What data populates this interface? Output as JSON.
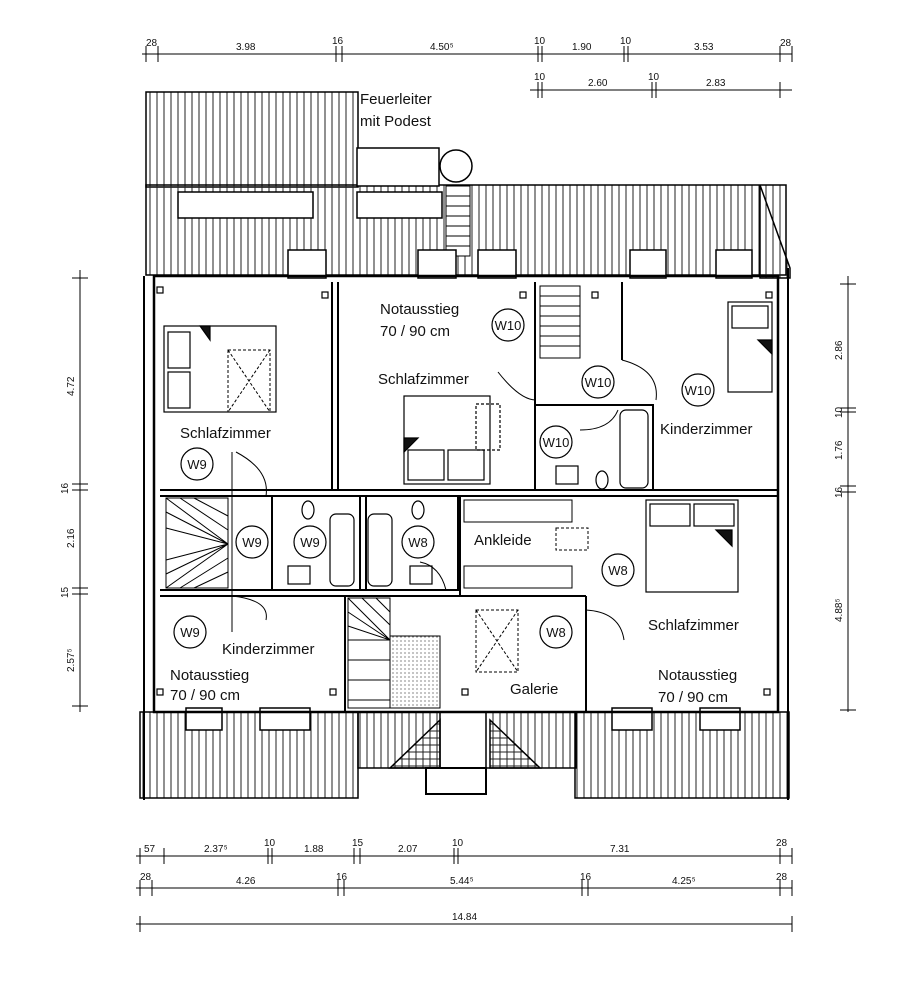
{
  "rooms": {
    "feuerleiter_1": "Feuerleiter",
    "feuerleiter_2": "mit Podest",
    "notausstieg_top": "Notausstieg",
    "notausstieg_top_size": "70 / 90 cm",
    "schlafzimmer_center": "Schlafzimmer",
    "schlafzimmer_left": "Schlafzimmer",
    "kinderzimmer_right": "Kinderzimmer",
    "ankleide": "Ankleide",
    "kinderzimmer_left": "Kinderzimmer",
    "notausstieg_left": "Notausstieg",
    "notausstieg_left_size": "70 / 90 cm",
    "galerie": "Galerie",
    "schlafzimmer_right": "Schlafzimmer",
    "notausstieg_right": "Notausstieg",
    "notausstieg_right_size": "70 / 90 cm"
  },
  "unit_tags": {
    "w10_a": "W10",
    "w10_b": "W10",
    "w10_c": "W10",
    "w10_d": "W10",
    "w9_a": "W9",
    "w9_b": "W9",
    "w9_c": "W9",
    "w9_d": "W9",
    "w8_a": "W8",
    "w8_b": "W8",
    "w8_c": "W8"
  },
  "dimensions": {
    "top1": [
      "28",
      "3.98",
      "16",
      "4.50⁵",
      "10",
      "1.90",
      "10",
      "3.53",
      "28"
    ],
    "top2": [
      "10",
      "2.60",
      "10",
      "2.83"
    ],
    "bottom1": [
      "57",
      "2.37⁵",
      "10",
      "1.88",
      "15",
      "2.07",
      "10",
      "7.31",
      "28"
    ],
    "bottom2": [
      "28",
      "4.26",
      "16",
      "5.44⁵",
      "16",
      "4.25⁵",
      "28"
    ],
    "bottom3": [
      "14.84"
    ],
    "left": [
      "4.72",
      "16",
      "2.16",
      "15",
      "2.57⁵"
    ],
    "right": [
      "2.86",
      "10",
      "1.76",
      "16",
      "4.88⁵"
    ]
  }
}
